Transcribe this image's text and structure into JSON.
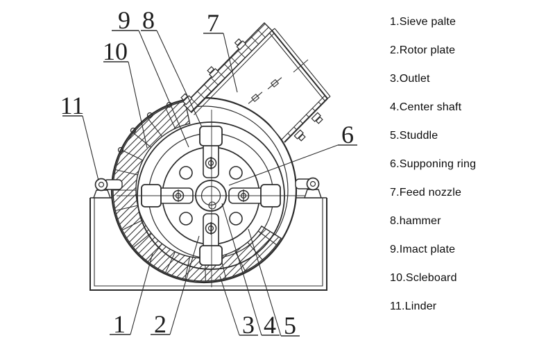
{
  "callouts": [
    {
      "num": "1"
    },
    {
      "num": "2"
    },
    {
      "num": "3"
    },
    {
      "num": "4"
    },
    {
      "num": "5"
    },
    {
      "num": "6"
    },
    {
      "num": "7"
    },
    {
      "num": "8"
    },
    {
      "num": "9"
    },
    {
      "num": "10"
    },
    {
      "num": "11"
    }
  ],
  "legend": {
    "items": [
      {
        "num": "1",
        "name": "Sieve palte",
        "display": "1.Sieve palte"
      },
      {
        "num": "2",
        "name": "Rotor plate",
        "display": "2.Rotor plate"
      },
      {
        "num": "3",
        "name": "Outlet",
        "display": "3.Outlet"
      },
      {
        "num": "4",
        "name": "Center shaft",
        "display": "4.Center shaft"
      },
      {
        "num": "5",
        "name": "Studdle",
        "display": "5.Studdle"
      },
      {
        "num": "6",
        "name": "Supponing ring",
        "display": "6.Supponing ring"
      },
      {
        "num": "7",
        "name": "Feed nozzle",
        "display": "7.Feed nozzle"
      },
      {
        "num": "8",
        "name": "hammer",
        "display": "8.hammer"
      },
      {
        "num": "9",
        "name": "Imact plate",
        "display": "9.Imact plate"
      },
      {
        "num": "10",
        "name": "Scleboard",
        "display": "10.Scleboard"
      },
      {
        "num": "11",
        "name": "Linder",
        "display": "11.Linder"
      }
    ]
  },
  "colors": {
    "line": "#2b2b2b",
    "background": "#ffffff",
    "text": "#000000"
  }
}
